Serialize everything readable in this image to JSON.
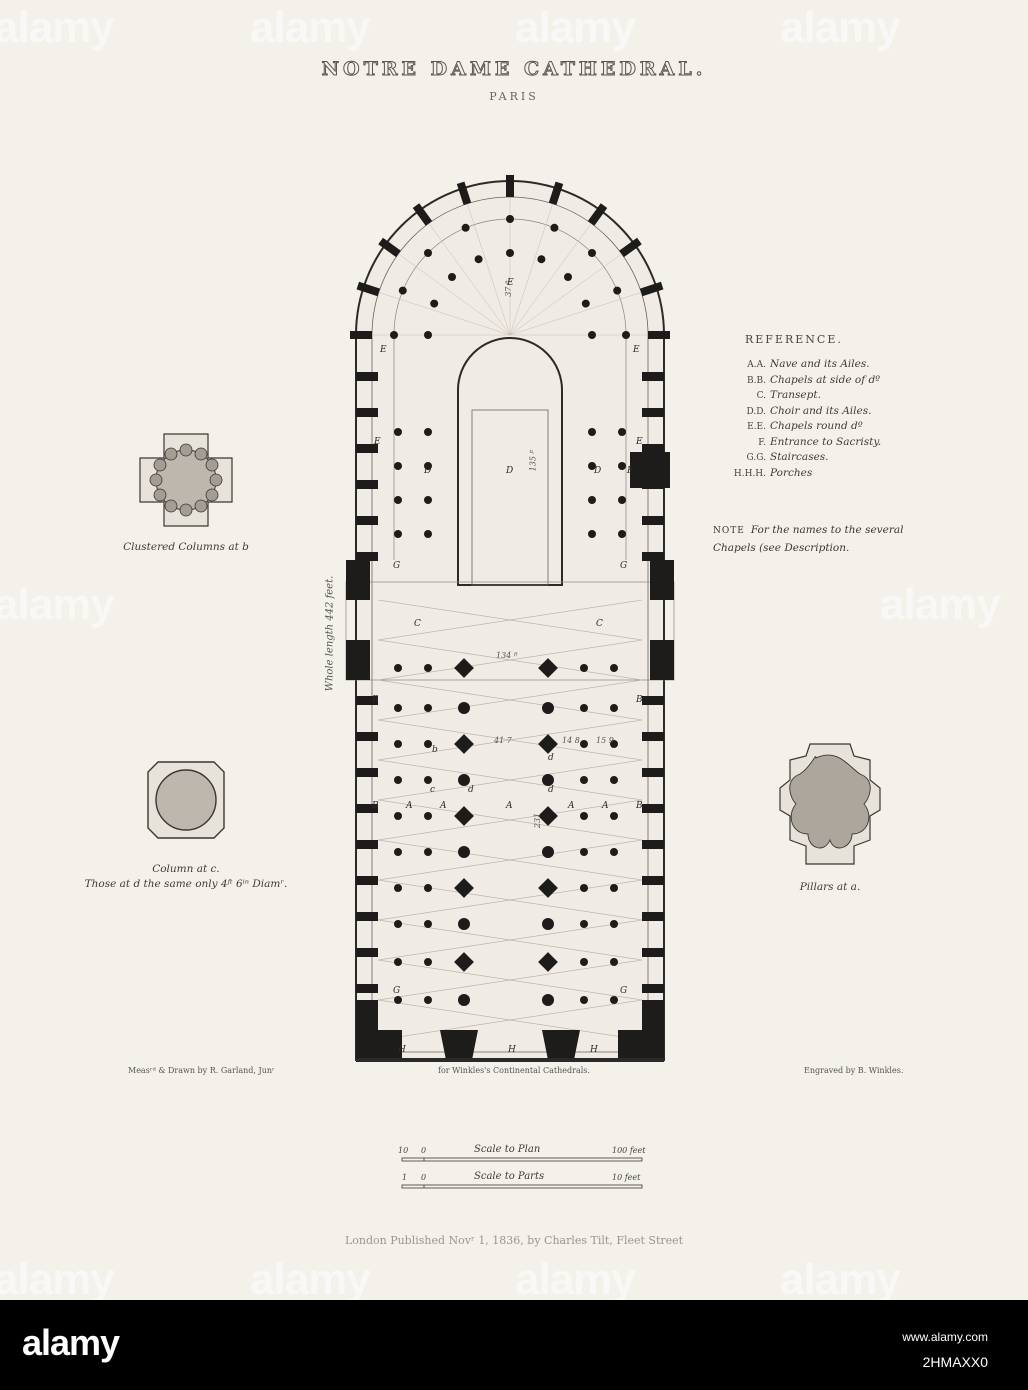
{
  "title": "NOTRE DAME CATHEDRAL.",
  "subtitle": "PARIS",
  "reference": {
    "heading": "REFERENCE.",
    "items": [
      {
        "key": "A.A.",
        "text": "Nave and its Ailes."
      },
      {
        "key": "B.B.",
        "text": "Chapels at side of dº"
      },
      {
        "key": "C.",
        "text": "Transept."
      },
      {
        "key": "D.D.",
        "text": "Choir and its Ailes."
      },
      {
        "key": "E.E.",
        "text": "Chapels round dº"
      },
      {
        "key": "F.",
        "text": "Entrance to Sacristy."
      },
      {
        "key": "G.G.",
        "text": "Staircases."
      },
      {
        "key": "H.H.H.",
        "text": "Porches"
      }
    ],
    "note_key": "NOTE",
    "note_text": "For the names to the several Chapels (see Description."
  },
  "captions": {
    "clustered": "Clustered Columns at b",
    "column_c_1": "Column at c.",
    "column_c_2": "Those at d the same only 4ᶠᵗ 6ⁱⁿ Diamʳ.",
    "pillars": "Pillars at a."
  },
  "plan_labels": {
    "whole_length": "Whole length 442 feet.",
    "dim_apse": "37 ᶠᵗ",
    "dim_choir": "135 ᶠᵗ",
    "dim_transept": "134 ᶠᵗ",
    "dim_nave_w": "41 7",
    "dim_aisle_1": "14 8",
    "dim_aisle_2": "15 9",
    "dim_nave_len": "231"
  },
  "credits": {
    "left": "Measʳᵈ & Drawn by R. Garland, Junʳ",
    "center": "for Winkles's Continental Cathedrals.",
    "right": "Engraved by B. Winkles."
  },
  "scales": {
    "plan_label": "Scale to Plan",
    "plan_left": "10",
    "plan_zero": "0",
    "plan_right": "100 feet",
    "parts_label": "Scale to Parts",
    "parts_left": "1",
    "parts_zero": "0",
    "parts_right": "10 feet"
  },
  "publisher": "London Published Novʳ 1, 1836, by Charles Tilt, Fleet Street",
  "watermark": {
    "brand": "alamy",
    "site": "www.alamy.com",
    "image_id": "2HMAXX0"
  }
}
